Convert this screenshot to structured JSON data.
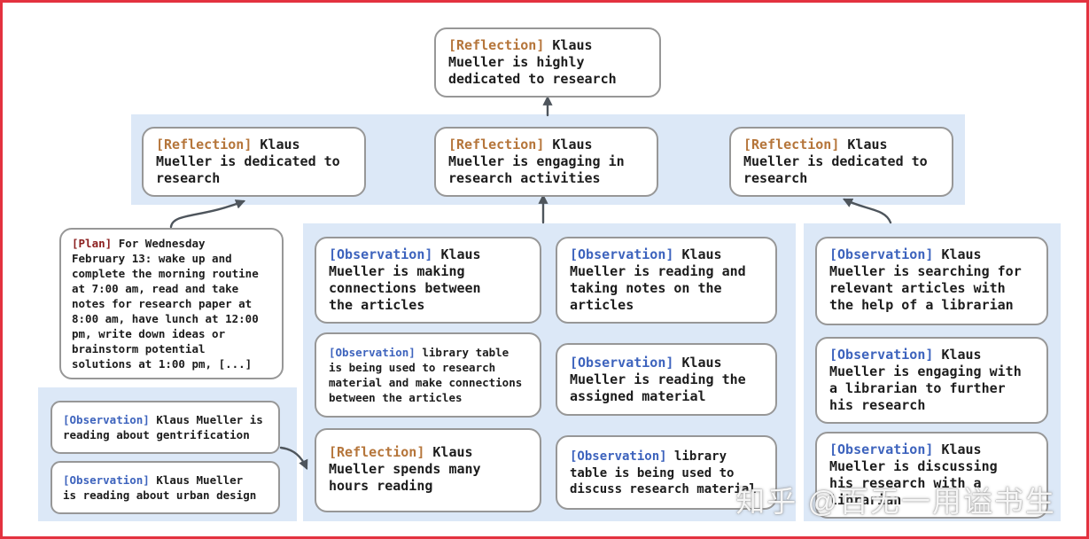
{
  "meta": {
    "watermark": "知乎 @百无一用谥书生",
    "colors": {
      "frame_border": "#e3323f",
      "band_background": "#dce8f7",
      "box_border": "#979797",
      "tag_reflection": "#b5753a",
      "tag_observation": "#3d63bd",
      "tag_plan": "#8b1f1f",
      "arrow": "#4e555c"
    }
  },
  "nodes": {
    "top": {
      "tag": "[Reflection]",
      "text": "Klaus\nMueller is highly\ndedicated to research"
    },
    "r2_left": {
      "tag": "[Reflection]",
      "text": "Klaus\nMueller is dedicated to\nresearch"
    },
    "r2_center": {
      "tag": "[Reflection]",
      "text": "Klaus\nMueller is engaging in\nresearch activities"
    },
    "r2_right": {
      "tag": "[Reflection]",
      "text": "Klaus\nMueller is dedicated to\nresearch"
    },
    "plan": {
      "tag": "[Plan]",
      "text": "For Wednesday\nFebruary 13: wake up and\ncomplete the morning routine\nat 7:00 am, read and take\nnotes for research paper at\n8:00 am, have lunch at 12:00\npm, write down ideas or\nbrainstorm potential\nsolutions at 1:00 pm, [...]"
    },
    "left_obs_1": {
      "tag": "[Observation]",
      "text": "Klaus Mueller is\nreading about gentrification"
    },
    "left_obs_2": {
      "tag": "[Observation]",
      "text": "Klaus Mueller\nis reading about urban design"
    },
    "mid_a1": {
      "tag": "[Observation]",
      "text": "Klaus\nMueller is making\nconnections between\nthe articles"
    },
    "mid_a2": {
      "tag": "[Observation]",
      "text": "library table\nis being used to research\nmaterial and make connections\nbetween the articles"
    },
    "mid_a3": {
      "tag": "[Reflection]",
      "text": "Klaus\nMueller spends many\nhours reading"
    },
    "mid_b1": {
      "tag": "[Observation]",
      "text": "Klaus\nMueller is reading and\ntaking notes on the\narticles"
    },
    "mid_b2": {
      "tag": "[Observation]",
      "text": "Klaus\nMueller is reading the\nassigned material"
    },
    "mid_b3": {
      "tag": "[Observation]",
      "text": "library\ntable is being used to\ndiscuss research material"
    },
    "right_1": {
      "tag": "[Observation]",
      "text": "Klaus\nMueller is searching for\nrelevant articles with\nthe help of a librarian"
    },
    "right_2": {
      "tag": "[Observation]",
      "text": "Klaus\nMueller is engaging with\na librarian to further\nhis research"
    },
    "right_3": {
      "tag": "[Observation]",
      "text": "Klaus\nMueller is discussing\nhis research with a\nlibrarian"
    }
  }
}
